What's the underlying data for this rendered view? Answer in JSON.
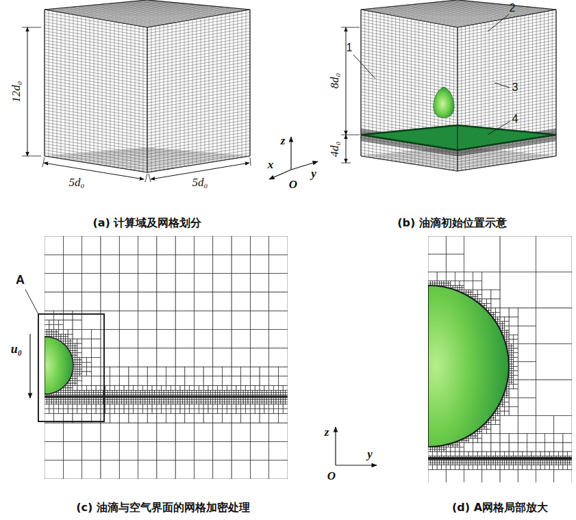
{
  "diagram": {
    "nodes": [
      {
        "text": [
          "A"
        ]
      }
    ],
    "labels": [
      "12d₀",
      "5d₀",
      "5d₀",
      "(a) 计算域及网格划分",
      "8d₀",
      "4d₀",
      "1",
      "2",
      "3",
      "4",
      "z",
      "x",
      "y",
      "O",
      "(b) 油滴初始位置示意",
      "u₀",
      "(c) 油滴与空气界面的网格加密处理",
      "z",
      "y",
      "O",
      "(d) A网格局部放大"
    ]
  }
}
